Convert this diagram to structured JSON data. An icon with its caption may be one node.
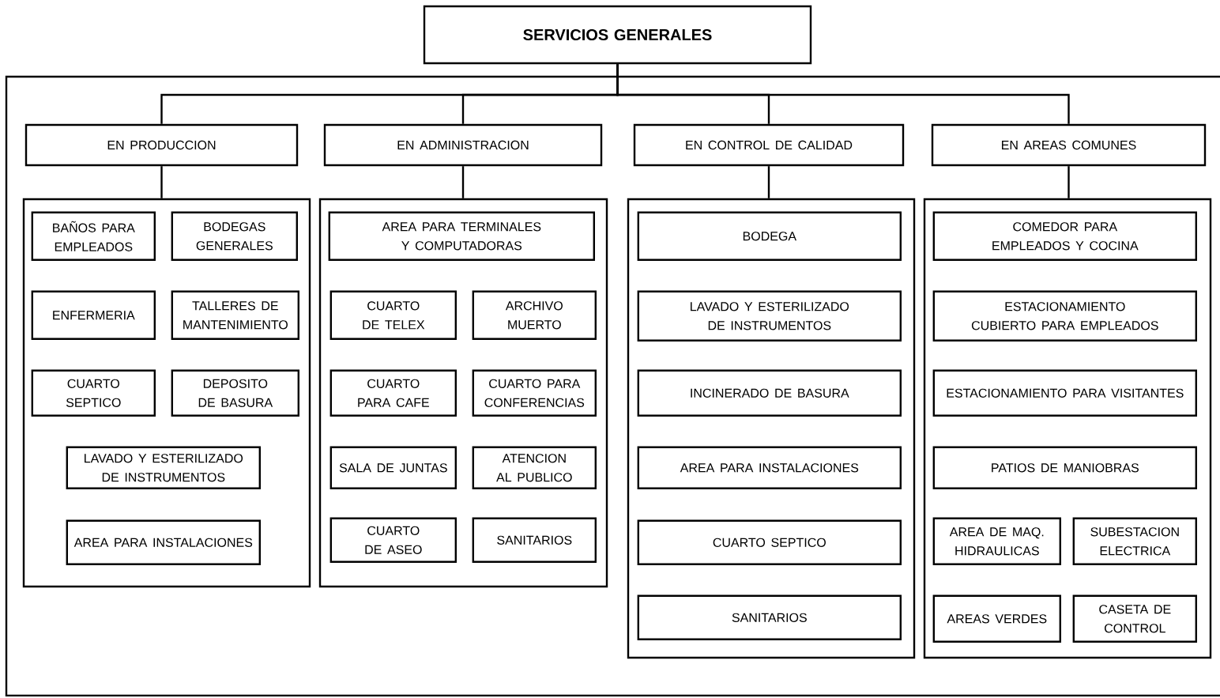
{
  "diagram": {
    "nodes": [
      {
        "text": [
          "SERVICIOS GENERALES"
        ]
      },
      {
        "text": [
          "EN PRODUCCION"
        ]
      },
      {
        "text": [
          "EN ADMINISTRACION"
        ]
      },
      {
        "text": [
          "EN CONTROL DE CALIDAD"
        ]
      },
      {
        "text": [
          "EN AREAS COMUNES"
        ]
      },
      {
        "text": [],
        "shape": "box"
      },
      {
        "text": [
          "BAÑOS PARA EMPLEADOS"
        ],
        "in": 5
      },
      {
        "text": [
          "BODEGAS GENERALES"
        ],
        "in": 5
      },
      {
        "text": [
          "ENFERMERIA"
        ],
        "in": 5
      },
      {
        "text": [
          "TALLERES DE MANTENIMIENTO"
        ],
        "in": 5
      },
      {
        "text": [
          "CUARTO SEPTICO"
        ],
        "in": 5
      },
      {
        "text": [
          "DEPOSITO DE BASURA"
        ],
        "in": 5
      },
      {
        "text": [
          "LAVADO Y ESTERILIZADO DE INSTRUMENTOS"
        ],
        "in": 5
      },
      {
        "text": [
          "AREA PARA INSTALACIONES"
        ],
        "in": 5
      },
      {
        "text": [],
        "shape": "box"
      },
      {
        "text": [
          "AREA PARA TERMINALES Y COMPUTADORAS"
        ],
        "in": 14
      },
      {
        "text": [
          "CUARTO DE TELEX"
        ],
        "in": 14
      },
      {
        "text": [
          "ARCHIVO MUERTO"
        ],
        "in": 14
      },
      {
        "text": [
          "CUARTO PARA CAFE"
        ],
        "in": 14
      },
      {
        "text": [
          "CUARTO PARA CONFERENCIAS"
        ],
        "in": 14
      },
      {
        "text": [
          "SALA DE JUNTAS"
        ],
        "in": 14
      },
      {
        "text": [
          "ATENCION AL PUBLICO"
        ],
        "in": 14
      },
      {
        "text": [
          "CUARTO DE ASEO"
        ],
        "in": 14
      },
      {
        "text": [
          "SANITARIOS"
        ],
        "in": 14
      },
      {
        "text": [],
        "shape": "box"
      },
      {
        "text": [
          "BODEGA"
        ],
        "in": 24
      },
      {
        "text": [
          "LAVADO Y ESTERILIZADO DE INSTRUMENTOS"
        ],
        "in": 24
      },
      {
        "text": [
          "INCINERADO DE BASURA"
        ],
        "in": 24
      },
      {
        "text": [
          "AREA PARA INSTALACIONES"
        ],
        "in": 24
      },
      {
        "text": [
          "CUARTO SEPTICO"
        ],
        "in": 24
      },
      {
        "text": [
          "SANITARIOS"
        ],
        "in": 24
      },
      {
        "text": [],
        "shape": "box"
      },
      {
        "text": [
          "COMEDOR PARA EMPLEADOS Y COCINA"
        ],
        "in": 31
      },
      {
        "text": [
          "ESTACIONAMIENTO CUBIERTO PARA EMPLEADOS"
        ],
        "in": 31
      },
      {
        "text": [
          "ESTACIONAMIENTO PARA VISITANTES"
        ],
        "in": 31
      },
      {
        "text": [
          "PATIOS DE MANIOBRAS"
        ],
        "in": 31
      },
      {
        "text": [
          "AREA DE MAQ. HIDRAULICAS"
        ],
        "in": 31
      },
      {
        "text": [
          "SUBESTACION ELECTRICA"
        ],
        "in": 31
      },
      {
        "text": [
          "AREAS VERDES"
        ],
        "in": 31
      },
      {
        "text": [
          "CASETA DE CONTROL"
        ],
        "in": 31
      }
    ],
    "edges": [
      {
        "from": 0,
        "to": 1,
        "arrow": "none"
      },
      {
        "from": 0,
        "to": 2,
        "arrow": "none"
      },
      {
        "from": 0,
        "to": 3,
        "arrow": "none"
      },
      {
        "from": 0,
        "to": 4,
        "arrow": "none"
      },
      {
        "from": 1,
        "to": 5,
        "arrow": "none"
      },
      {
        "from": 2,
        "to": 14,
        "arrow": "none"
      },
      {
        "from": 3,
        "to": 24,
        "arrow": "none"
      },
      {
        "from": 4,
        "to": 31,
        "arrow": "none"
      }
    ]
  }
}
